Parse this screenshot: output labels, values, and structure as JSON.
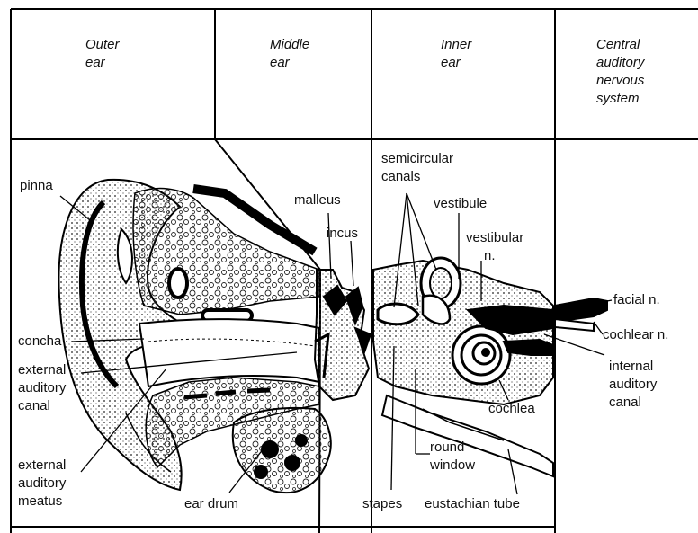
{
  "columns": [
    {
      "line1": "Outer",
      "line2": "ear"
    },
    {
      "line1": "Middle",
      "line2": "ear"
    },
    {
      "line1": "Inner",
      "line2": "ear"
    },
    {
      "line1": "Central",
      "line2": "auditory",
      "line3": "nervous",
      "line4": "system"
    }
  ],
  "labels": {
    "pinna": "pinna",
    "concha": "concha",
    "external_auditory_canal": [
      "external",
      "auditory",
      "canal"
    ],
    "external_auditory_meatus": [
      "external",
      "auditory",
      "meatus"
    ],
    "ear_drum": "ear drum",
    "malleus": "malleus",
    "incus": "incus",
    "semicircular_canals": [
      "semicircular",
      "canals"
    ],
    "vestibule": "vestibule",
    "vestibular_n": [
      "vestibular",
      "n."
    ],
    "facial_n": "facial n.",
    "cochlear_n": "cochlear n.",
    "internal_auditory_canal": [
      "internal",
      "auditory",
      "canal"
    ],
    "cochlea": "cochlea",
    "round_window": [
      "round",
      "window"
    ],
    "stapes": "stapes",
    "eustachian_tube": "eustachian tube"
  }
}
